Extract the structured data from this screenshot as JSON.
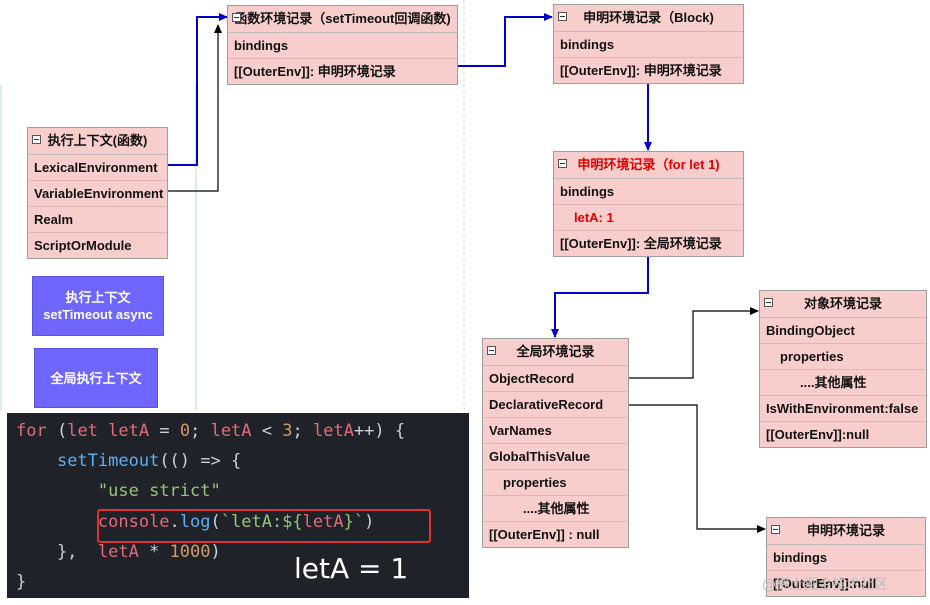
{
  "exec_context_fn": {
    "title": "执行上下文(函数)",
    "rows": [
      "LexicalEnvironment",
      "VariableEnvironment",
      "Realm",
      "ScriptOrModule"
    ]
  },
  "btn_settimeout": {
    "line1": "执行上下文",
    "line2": "setTimeout async"
  },
  "btn_global": {
    "label": "全局执行上下文"
  },
  "fn_env": {
    "title": "函数环境记录（setTimeout回调函数)",
    "rows": [
      "bindings",
      "[[OuterEnv]]:  申明环境记录"
    ]
  },
  "decl_block": {
    "title": "申明环境记录（Block)",
    "rows": [
      "bindings",
      "[[OuterEnv]]:  申明环境记录"
    ]
  },
  "decl_for": {
    "title": "申明环境记录（for let 1)",
    "rows": [
      "bindings",
      "letA: 1",
      "[[OuterEnv]]: 全局环境记录"
    ]
  },
  "global_env": {
    "title": "全局环境记录",
    "rows": [
      "ObjectRecord",
      "DeclarativeRecord",
      "VarNames",
      "GlobalThisValue",
      "properties",
      "....其他属性",
      "[[OuterEnv]] :    null"
    ]
  },
  "obj_env": {
    "title": "对象环境记录",
    "rows": [
      "BindingObject",
      "properties",
      "....其他属性",
      "IsWithEnvironment:false",
      "[[OuterEnv]]:null"
    ]
  },
  "decl_env2": {
    "title": "申明环境记录",
    "rows": [
      "bindings",
      "[[OuterEnv]]:null"
    ]
  },
  "code": {
    "overlay": "letA = 1"
  },
  "watermark": "@稀土掘金技术社区",
  "colors": {
    "box_fill": "#f8cecc",
    "blue_arrow": "#0000c8",
    "button": "#6f66ff",
    "code_bg": "#1f2228",
    "highlight": "#e0322d"
  }
}
